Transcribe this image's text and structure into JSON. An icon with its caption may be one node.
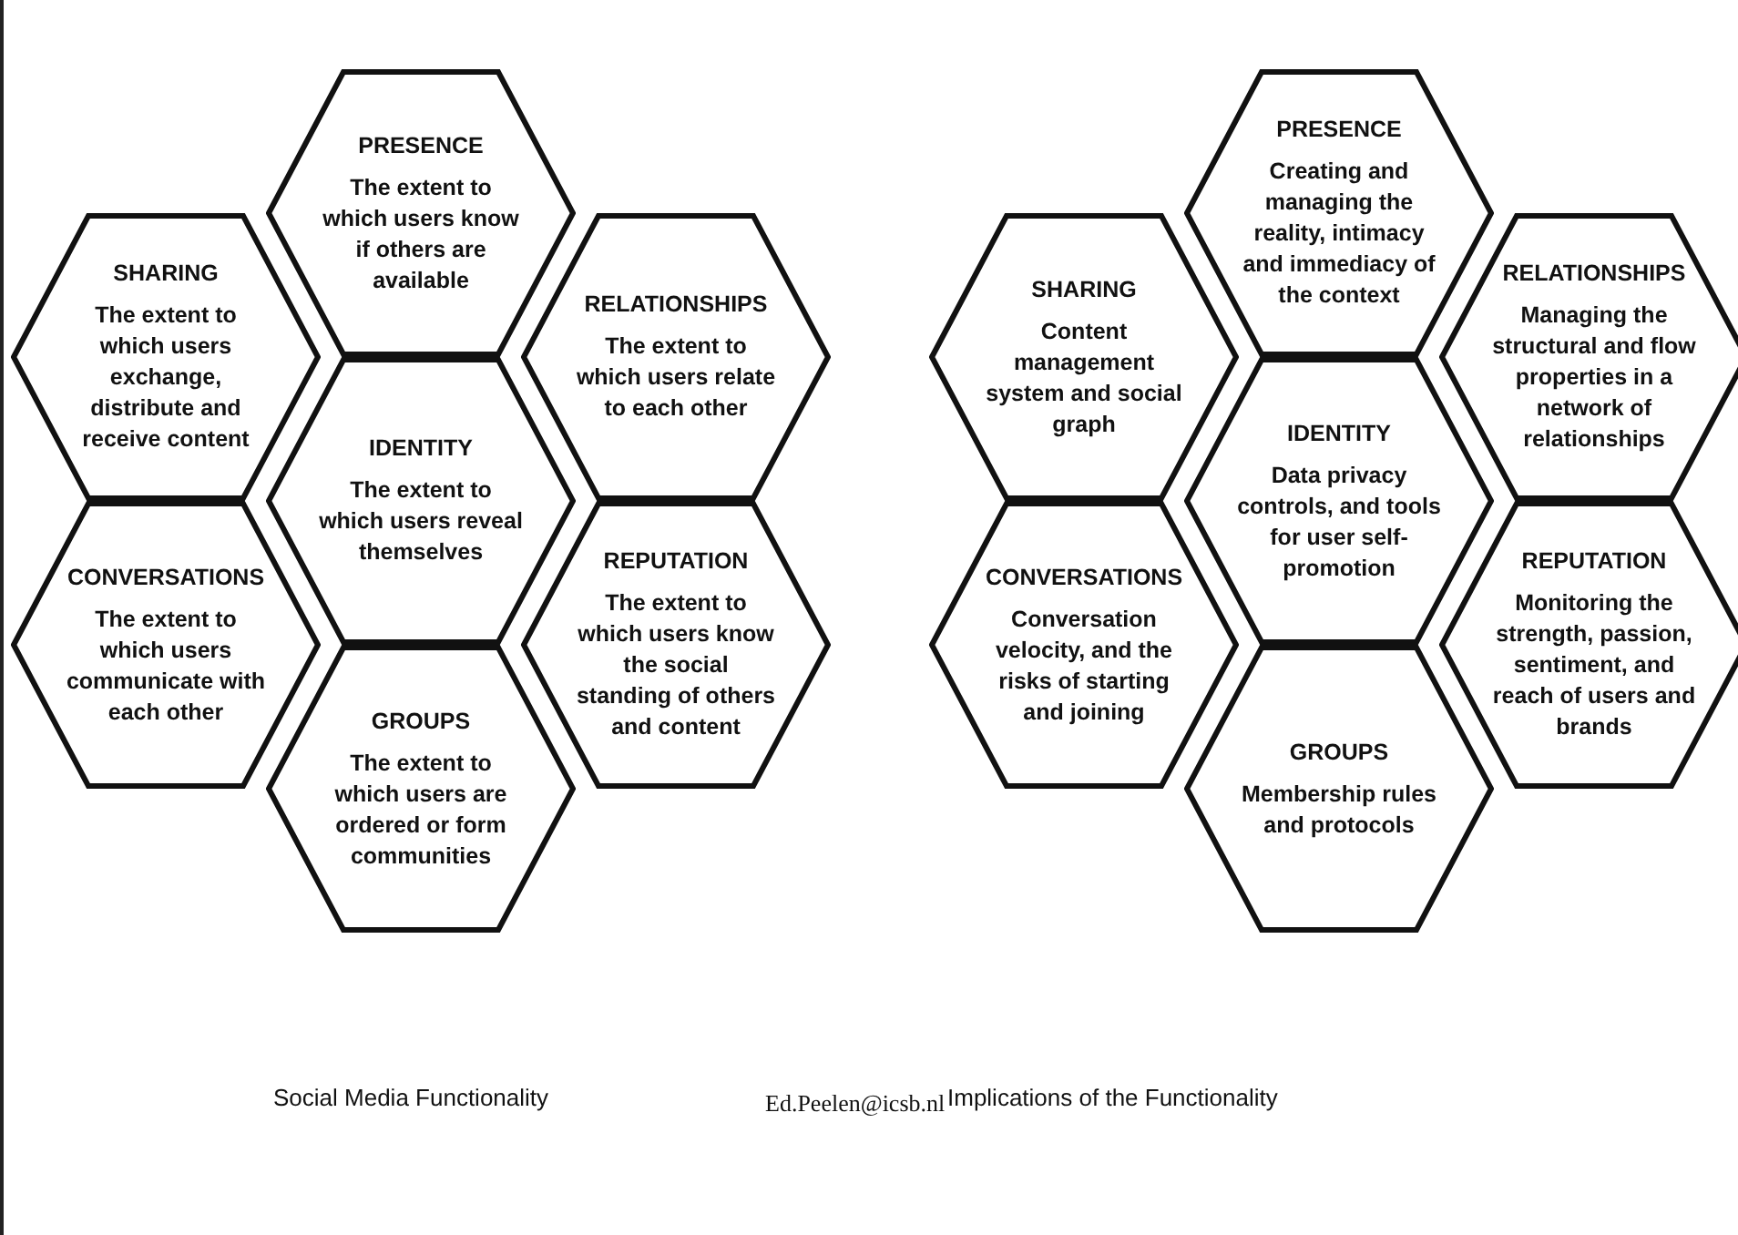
{
  "diagram": {
    "nodes": [
      {
        "text": [
          "PRESENCE",
          "The extent to which users know if others are available"
        ]
      },
      {
        "text": [
          "SHARING",
          "The extent to which users exchange, distribute and receive content"
        ]
      },
      {
        "text": [
          "RELATIONSHIPS",
          "The extent to which users relate to each other"
        ]
      },
      {
        "text": [
          "IDENTITY",
          "The extent to which users reveal themselves"
        ]
      },
      {
        "text": [
          "CONVERSATIONS",
          "The extent to which users communicate with each other"
        ]
      },
      {
        "text": [
          "REPUTATION",
          "The extent to which users know the social standing of others and content"
        ]
      },
      {
        "text": [
          "GROUPS",
          "The extent to which users are ordered or form communities"
        ]
      },
      {
        "text": [
          "PRESENCE",
          "Creating and managing the reality, intimacy and immediacy of the context"
        ]
      },
      {
        "text": [
          "SHARING",
          "Content management system and social graph"
        ]
      },
      {
        "text": [
          "RELATIONSHIPS",
          "Managing the structural and flow properties in a network of relationships"
        ]
      },
      {
        "text": [
          "IDENTITY",
          "Data privacy controls, and tools for user self-promotion"
        ]
      },
      {
        "text": [
          "CONVERSATIONS",
          "Conversation velocity, and the risks of starting and joining"
        ]
      },
      {
        "text": [
          "REPUTATION",
          "Monitoring the strength, passion, sentiment, and reach of users and brands"
        ]
      },
      {
        "text": [
          "GROUPS",
          "Membership rules and protocols"
        ]
      }
    ],
    "labels": [
      "Social Media Functionality",
      "Ed.Peelen@icsb.nl",
      "Implications of the Functionality"
    ]
  }
}
